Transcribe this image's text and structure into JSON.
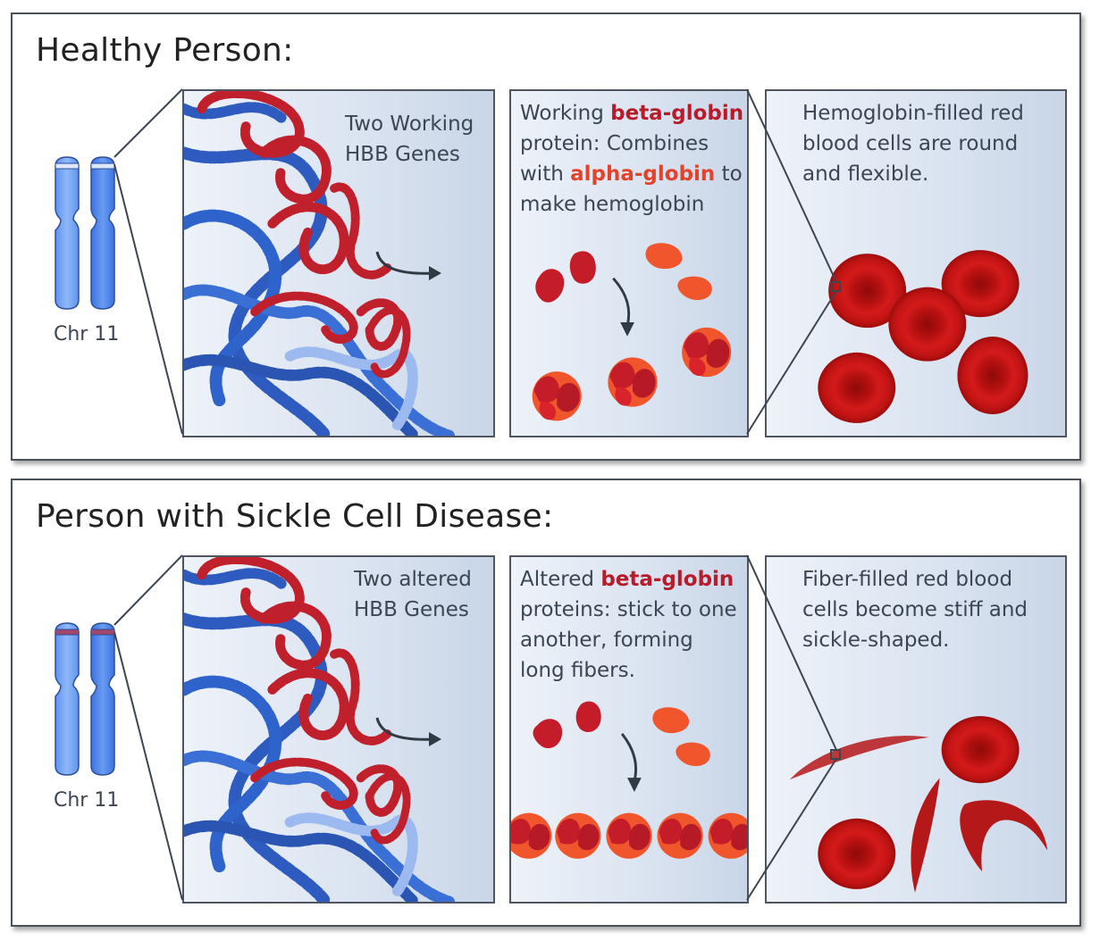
{
  "healthy": {
    "title": "Healthy Person:",
    "chromosome_label": "Chr 11",
    "gene_text": [
      "Two Working",
      "HBB Genes"
    ],
    "protein_text": {
      "p1": "Working ",
      "h1": "beta-globin",
      "p2": "protein: Combines",
      "p3": "with ",
      "h2": "alpha-globin",
      "p4": " to",
      "p5": "make hemoglobin"
    },
    "cell_text": [
      "Hemoglobin-filled red",
      "blood cells are round",
      "and flexible."
    ]
  },
  "sickle": {
    "title": "Person with Sickle Cell Disease:",
    "chromosome_label": "Chr 11",
    "gene_text": [
      "Two altered",
      "HBB Genes"
    ],
    "protein_text": {
      "p1": "Altered ",
      "h1": "beta-globin",
      "p2": "proteins: stick to one",
      "p3": "another, forming",
      "p4": "long fibers."
    },
    "cell_text": [
      "Fiber-filled red blood",
      "cells become stiff and",
      "sickle-shaped."
    ]
  },
  "colors": {
    "chromosome_light": "#7aaaf5",
    "chromosome_dark": "#4f86ea",
    "dna_blue": "#2d5bbf",
    "dna_red": "#c0202c",
    "globin_red": "#c81e2a",
    "globin_orange": "#f2562e",
    "cell_red": "#c41313",
    "panel_border": "#4d5560"
  }
}
